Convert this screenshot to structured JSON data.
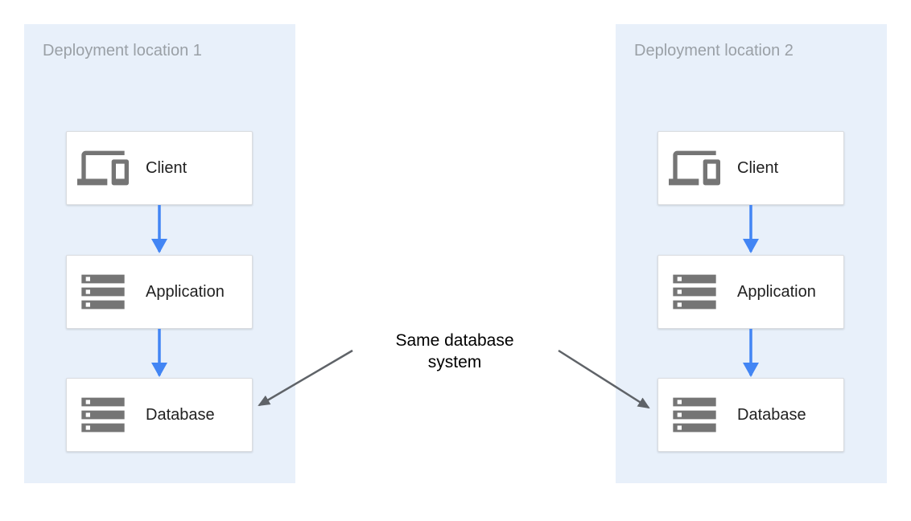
{
  "diagram": {
    "panels": [
      {
        "title": "Deployment location 1",
        "nodes": [
          {
            "label": "Client",
            "icon": "devices-icon"
          },
          {
            "label": "Application",
            "icon": "server-stack-icon"
          },
          {
            "label": "Database",
            "icon": "server-stack-icon"
          }
        ]
      },
      {
        "title": "Deployment location 2",
        "nodes": [
          {
            "label": "Client",
            "icon": "devices-icon"
          },
          {
            "label": "Application",
            "icon": "server-stack-icon"
          },
          {
            "label": "Database",
            "icon": "server-stack-icon"
          }
        ]
      }
    ],
    "flow": [
      "Client -> Application",
      "Application -> Database"
    ],
    "annotation": {
      "line1": "Same database",
      "line2": "system",
      "targets": [
        "Database (location 1)",
        "Database (location 2)"
      ]
    },
    "colors": {
      "panel_background": "#e8f0fa",
      "panel_title": "#9aa0a6",
      "node_background": "#ffffff",
      "node_border": "#dadce0",
      "node_label": "#212121",
      "icon_gray": "#757575",
      "flow_arrow_blue": "#4285f4",
      "annotation_arrow_gray": "#5f6368",
      "annotation_text": "#000000"
    }
  }
}
